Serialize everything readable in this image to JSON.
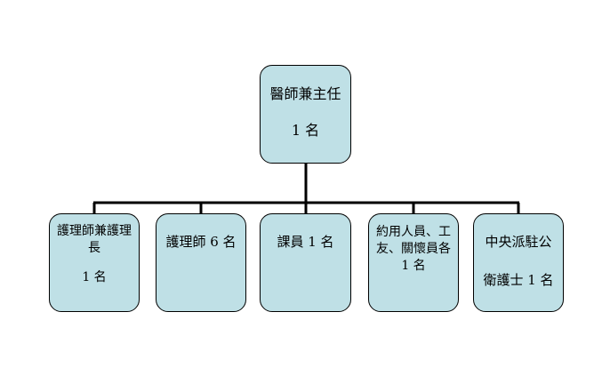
{
  "org_chart": {
    "root": {
      "lines": [
        "醫師兼主任",
        "1 名"
      ]
    },
    "children": [
      {
        "lines": [
          "護理師兼護理",
          "長",
          "1 名"
        ]
      },
      {
        "lines": [
          "護理師 6 名"
        ]
      },
      {
        "lines": [
          "課員 1 名"
        ]
      },
      {
        "lines": [
          "約用人員、工",
          "友、關懷員各",
          "1 名"
        ]
      },
      {
        "lines": [
          "中央派駐公",
          "衛護士 1 名"
        ]
      }
    ],
    "colors": {
      "box_fill": "#bfe0e6",
      "box_border": "#000000",
      "connector": "#000000",
      "background": "#ffffff"
    }
  }
}
